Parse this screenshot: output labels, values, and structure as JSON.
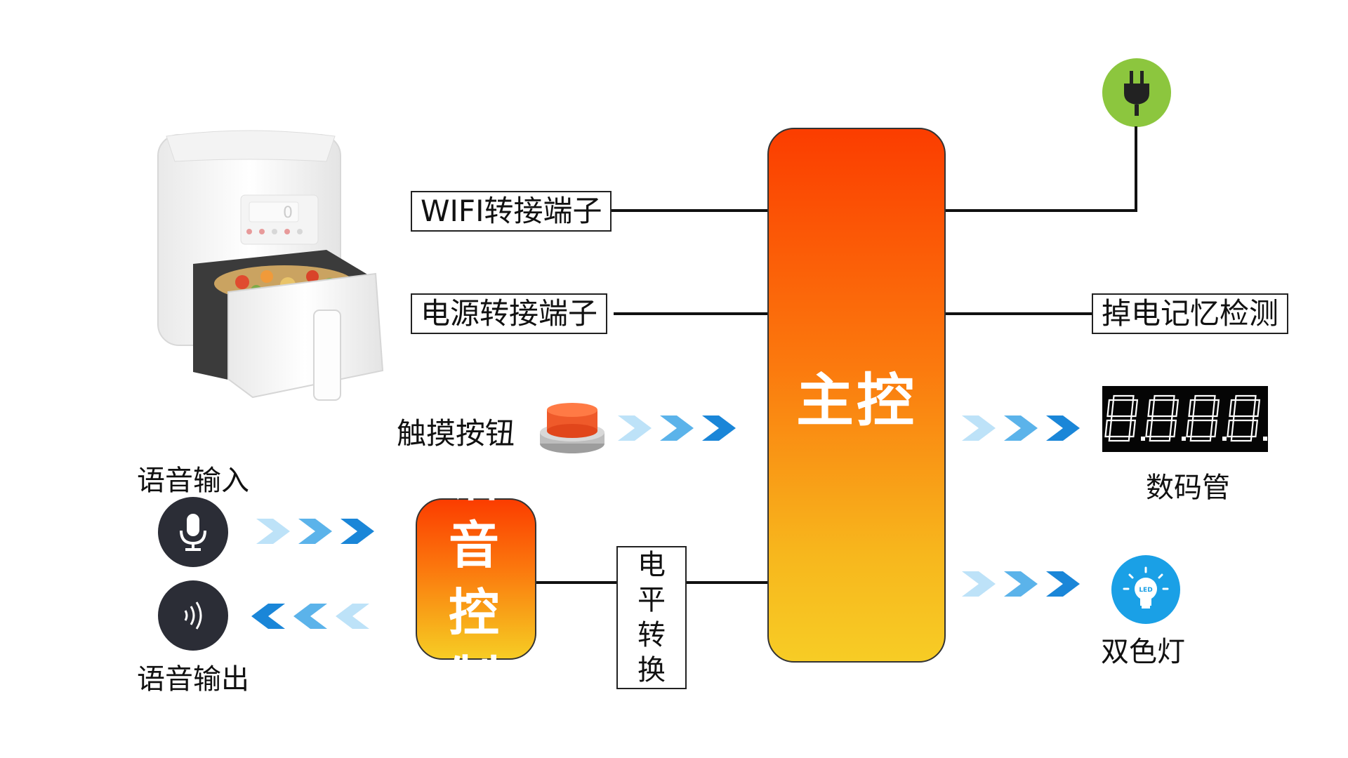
{
  "main_controller": {
    "label": "主控"
  },
  "voice_controller": {
    "label": "语音控制"
  },
  "left_inputs": {
    "wifi": "WIFI转接端子",
    "power": "电源转接端子",
    "touch_button": "触摸按钮",
    "level_shift": "电平转换"
  },
  "right_outputs": {
    "power_loss_memory": "掉电记忆检测",
    "digit_tube": "数码管",
    "bicolor_light": "双色灯"
  },
  "voice": {
    "input_label": "语音输入",
    "output_label": "语音输出"
  },
  "icons": {
    "air_fryer": "air-fryer-image",
    "plug": "power-plug-icon",
    "touch_button": "red-push-button-icon",
    "microphone": "microphone-icon",
    "speaker": "sound-wave-icon",
    "digit_display": "seven-segment-display-icon",
    "led_bulb": "led-bulb-icon"
  },
  "colors": {
    "controller_top": "#fb3d00",
    "controller_bottom": "#f7cc25",
    "arrow_dark": "#1a86d8",
    "arrow_light": "#bde2f8",
    "plug_bg": "#8cc63e",
    "led_bg": "#1aa0e6"
  },
  "display_value": "8.8.8.8.",
  "led_text": "LED"
}
